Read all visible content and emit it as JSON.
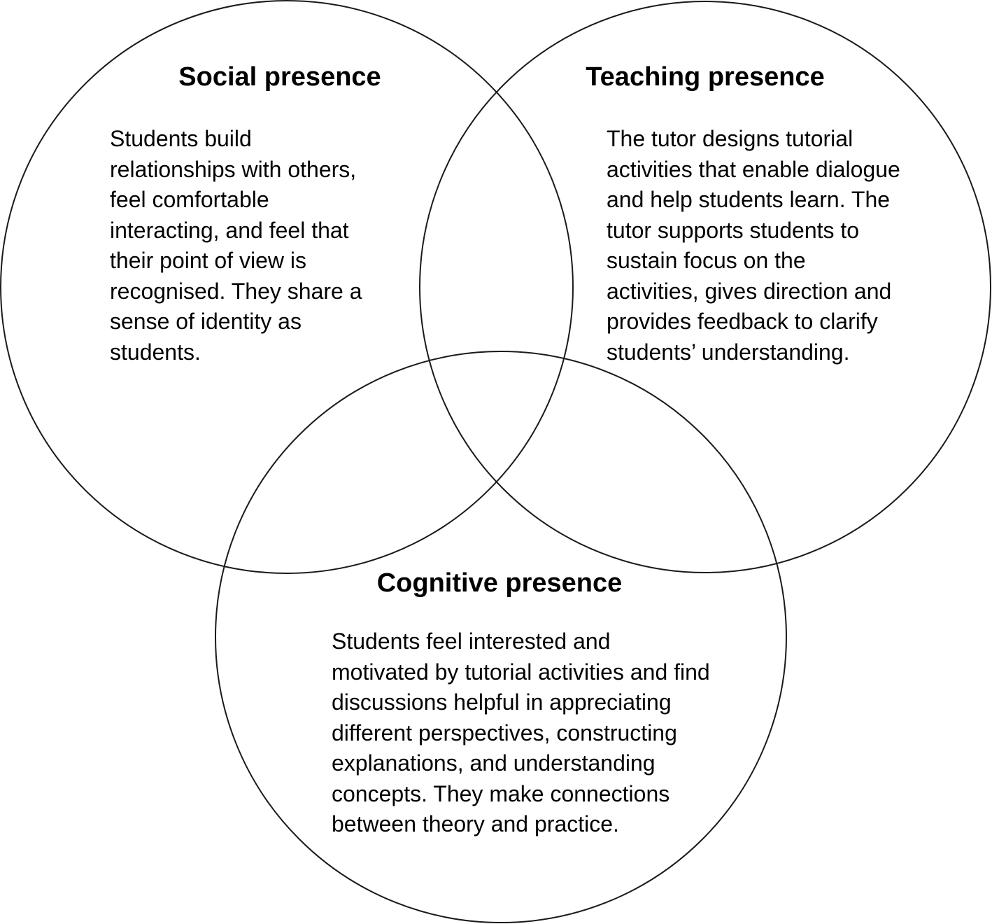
{
  "diagram": {
    "type": "venn",
    "stroke_color": "#1a1a1a",
    "background_color": "#ffffff",
    "sets": [
      {
        "id": "social",
        "title": "Social presence",
        "lines": [
          "Students build",
          "relationships with others,",
          "feel comfortable",
          "interacting, and feel that",
          "their point of view is",
          "recognised. They share a",
          "sense of identity as",
          "students."
        ]
      },
      {
        "id": "teaching",
        "title": "Teaching presence",
        "lines": [
          "The tutor designs tutorial",
          "activities that enable dialogue",
          "and help students learn. The",
          "tutor supports students to",
          "sustain focus on the",
          "activities, gives direction and",
          "provides feedback to clarify",
          "students’ understanding."
        ]
      },
      {
        "id": "cognitive",
        "title": "Cognitive presence",
        "lines": [
          "Students feel interested and",
          "motivated by tutorial activities and find",
          "discussions helpful in appreciating",
          "different perspectives, constructing",
          "explanations, and understanding",
          "concepts. They make connections",
          "between theory and practice."
        ]
      }
    ]
  }
}
